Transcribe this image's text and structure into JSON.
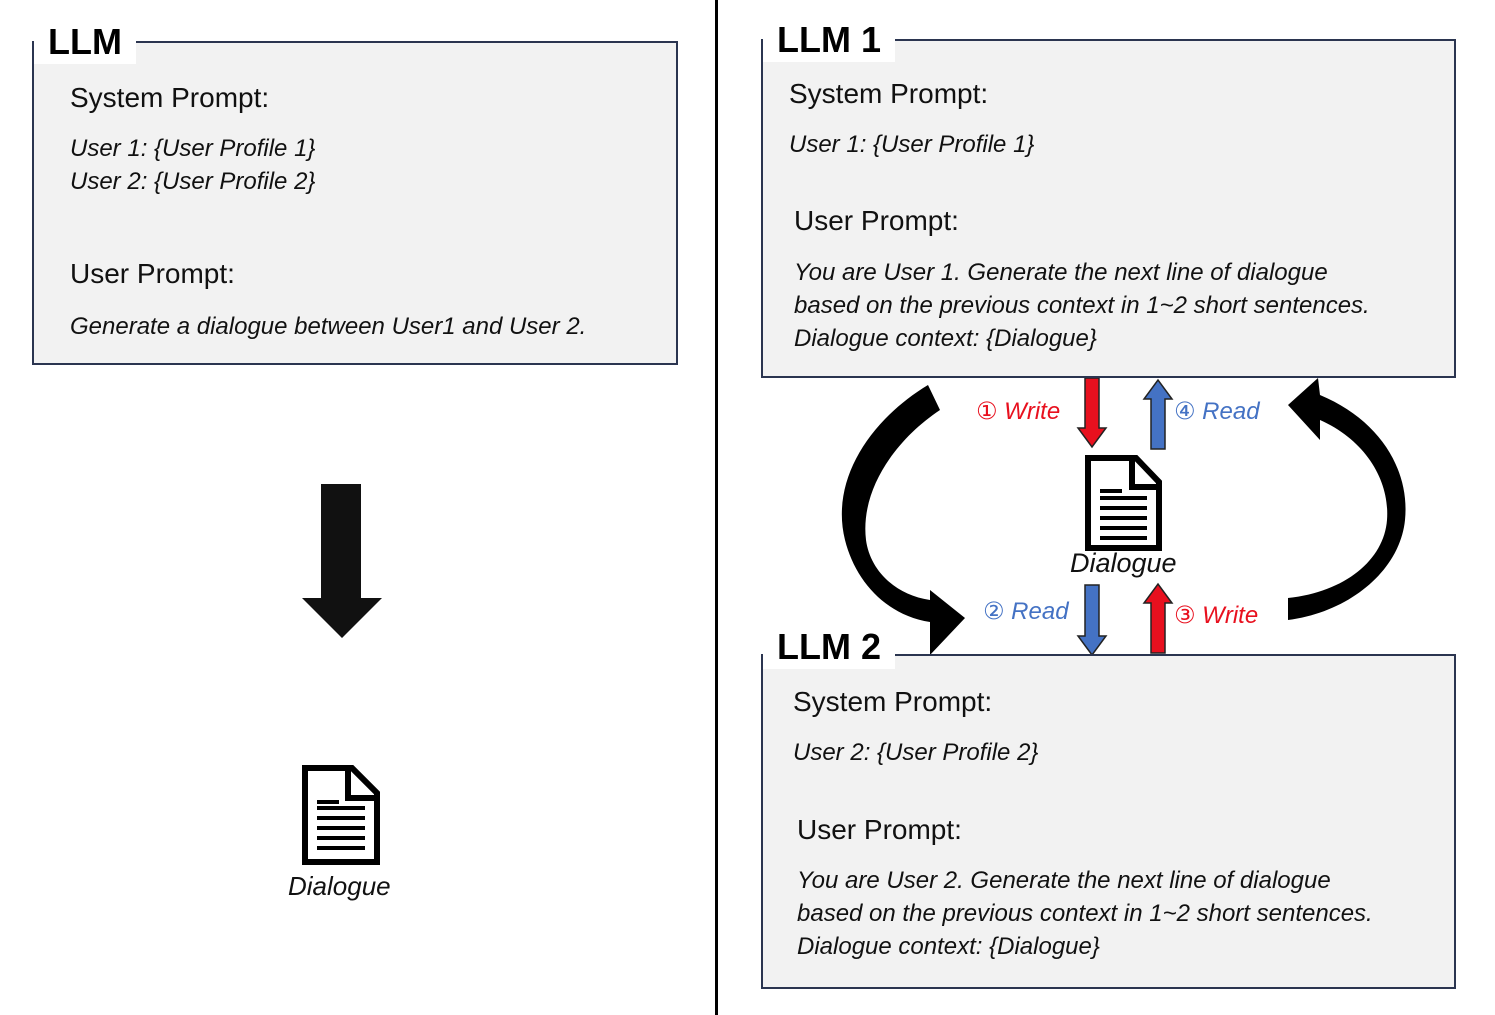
{
  "left": {
    "box_title": "LLM",
    "system_header": "System Prompt:",
    "system_lines": [
      "User 1: {User Profile 1}",
      "User 2: {User Profile 2}"
    ],
    "user_header": "User Prompt:",
    "user_text": "Generate a dialogue between User1 and User 2.",
    "output_label": "Dialogue"
  },
  "right": {
    "llm1": {
      "box_title": "LLM 1",
      "system_header": "System Prompt:",
      "system_line": "User 1: {User Profile 1}",
      "user_header": "User Prompt:",
      "user_lines": [
        "You are User 1. Generate the next line of dialogue",
        "based on the previous context in 1~2 short sentences.",
        "Dialogue context: {Dialogue}"
      ]
    },
    "llm2": {
      "box_title": "LLM 2",
      "system_header": "System Prompt:",
      "system_line": "User 2: {User Profile 2}",
      "user_header": "User Prompt:",
      "user_lines": [
        "You are User 2. Generate the next line of dialogue",
        "based on the previous context in 1~2 short sentences.",
        "Dialogue context: {Dialogue}"
      ]
    },
    "center_label": "Dialogue",
    "steps": {
      "step1": "① Write",
      "step2": "② Read",
      "step3": "③ Write",
      "step4": "④ Read"
    }
  },
  "colors": {
    "write": "#e8101e",
    "read": "#4472c4",
    "border": "#2b3550"
  },
  "icons": [
    "document-icon",
    "down-arrow-icon",
    "curved-arrow-icon"
  ]
}
